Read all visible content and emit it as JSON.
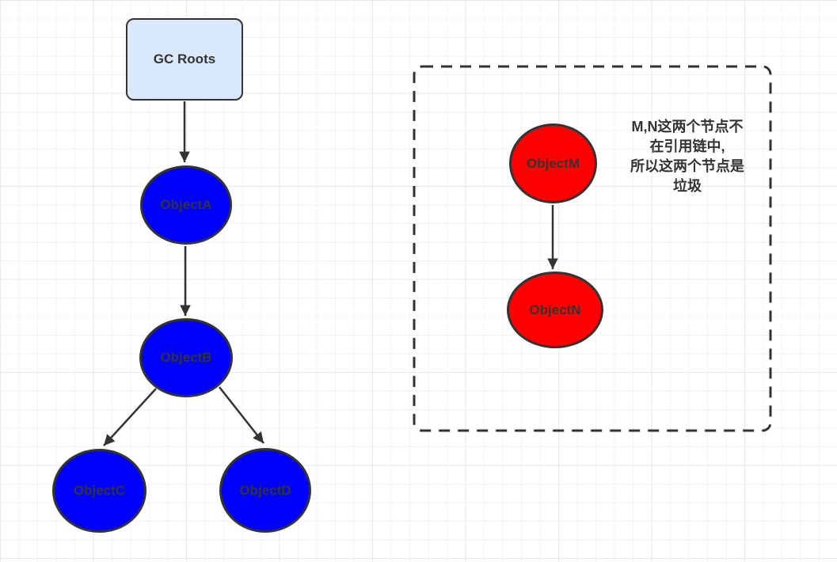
{
  "diagram": {
    "title": "GC Roots reachability diagram",
    "gc_roots": {
      "label": "GC Roots",
      "fill": "#dae8fc",
      "stroke": "#333333",
      "shape": "rounded-rect"
    },
    "object_a": {
      "label": "ObjectA",
      "fill": "#0000ff",
      "stroke": "#333333",
      "shape": "ellipse"
    },
    "object_b": {
      "label": "ObjectB",
      "fill": "#0000ff",
      "stroke": "#333333",
      "shape": "ellipse"
    },
    "object_c": {
      "label": "ObjectC",
      "fill": "#0000ff",
      "stroke": "#333333",
      "shape": "ellipse"
    },
    "object_d": {
      "label": "ObjectD",
      "fill": "#0000ff",
      "stroke": "#333333",
      "shape": "ellipse"
    },
    "object_m": {
      "label": "ObjectM",
      "fill": "#ff0000",
      "stroke": "#333333",
      "shape": "ellipse"
    },
    "object_n": {
      "label": "ObjectN",
      "fill": "#ff0000",
      "stroke": "#333333",
      "shape": "ellipse"
    },
    "garbage_region": {
      "style": "dashed-border",
      "stroke": "#333333"
    },
    "annotation": {
      "lines": [
        "M,N这两个节点不",
        "在引用链中,",
        "所以这两个节点是",
        "垃圾"
      ],
      "color": "#333333"
    },
    "edges": [
      {
        "from": "GC Roots",
        "to": "ObjectA"
      },
      {
        "from": "ObjectA",
        "to": "ObjectB"
      },
      {
        "from": "ObjectB",
        "to": "ObjectC"
      },
      {
        "from": "ObjectB",
        "to": "ObjectD"
      },
      {
        "from": "ObjectM",
        "to": "ObjectN"
      }
    ],
    "edge_color": "#333333",
    "canvas": {
      "background": "#ffffff",
      "grid_minor_color": "#f3f3f6",
      "grid_major_color": "#e7e7ec"
    }
  }
}
